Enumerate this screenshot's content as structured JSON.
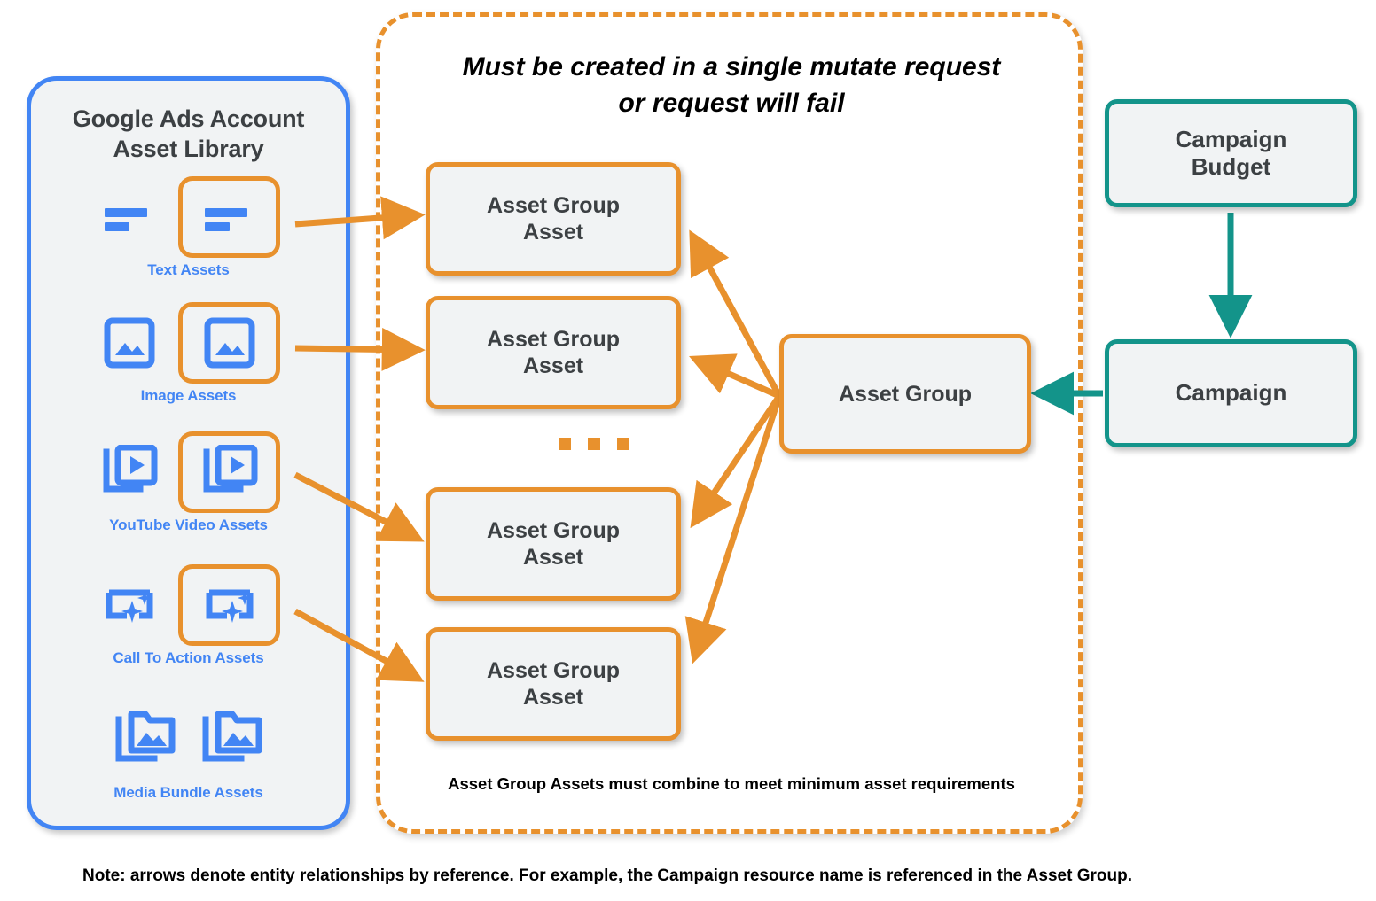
{
  "library": {
    "title": "Google Ads Account\nAsset Library",
    "title_line1": "Google Ads Account",
    "title_line2": "Asset Library",
    "accent_color": "#4285f4",
    "rows": [
      {
        "caption": "Text Assets",
        "icon": "text-asset-icon",
        "highlighted": true
      },
      {
        "caption": "Image Assets",
        "icon": "image-asset-icon",
        "highlighted": true
      },
      {
        "caption": "YouTube Video  Assets",
        "icon": "youtube-video-asset-icon",
        "highlighted": true
      },
      {
        "caption": "Call To Action Assets",
        "icon": "call-to-action-asset-icon",
        "highlighted": true
      },
      {
        "caption": "Media Bundle  Assets",
        "icon": "media-bundle-asset-icon",
        "highlighted": false
      }
    ]
  },
  "mutate_container": {
    "title_line1": "Must be created in a single mutate request",
    "title_line2": "or request will fail",
    "footnote": "Asset Group Assets must combine to meet minimum asset requirements",
    "border_color": "#e8912d",
    "ellipsis": "···"
  },
  "nodes": {
    "asset_group_assets": [
      {
        "label_line1": "Asset Group",
        "label_line2": "Asset"
      },
      {
        "label_line1": "Asset Group",
        "label_line2": "Asset"
      },
      {
        "label_line1": "Asset Group",
        "label_line2": "Asset"
      },
      {
        "label_line1": "Asset Group",
        "label_line2": "Asset"
      }
    ],
    "asset_group": {
      "label": "Asset Group",
      "color": "#e8912d"
    },
    "campaign_budget": {
      "label_line1": "Campaign",
      "label_line2": "Budget",
      "color": "#13948a"
    },
    "campaign": {
      "label": "Campaign",
      "color": "#13948a"
    }
  },
  "footer": {
    "note": "Note: arrows denote entity relationships by reference. For example, the Campaign resource name is referenced in the Asset Group."
  },
  "colors": {
    "orange": "#e8912d",
    "teal": "#13948a",
    "blue": "#4285f4",
    "node_fill": "#f1f3f4",
    "text": "#3c4043"
  }
}
